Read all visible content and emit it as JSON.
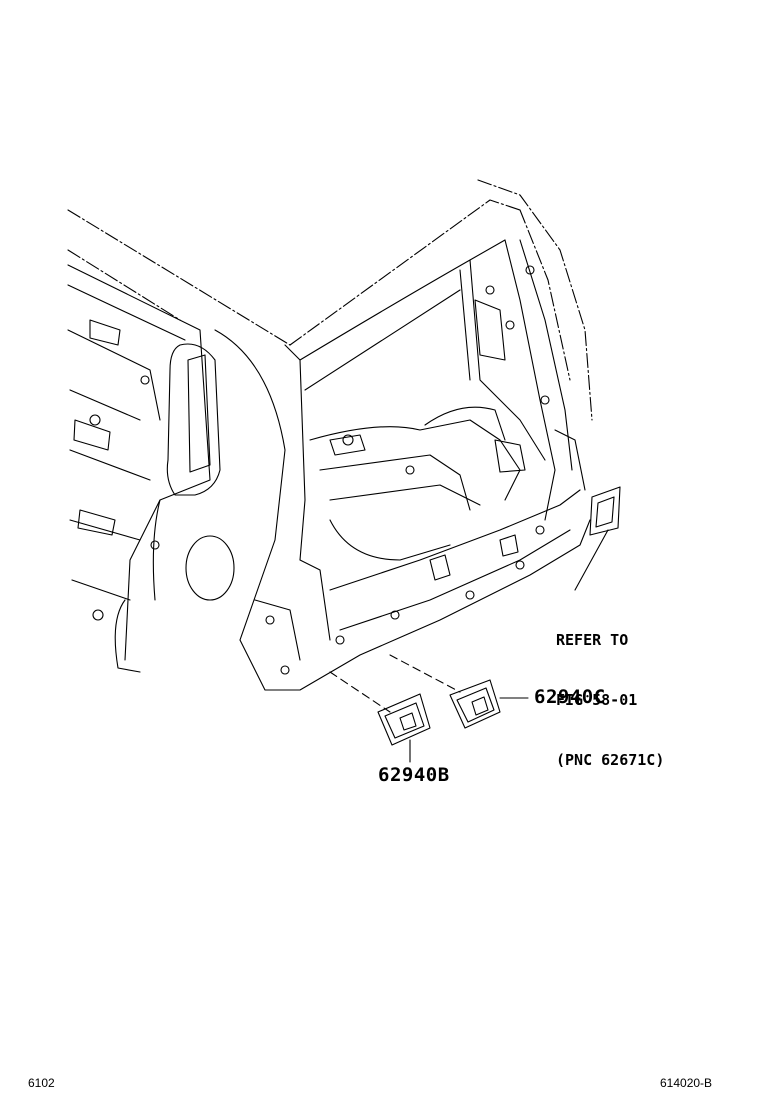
{
  "callouts": {
    "part_c": "62940C",
    "part_b": "62940B",
    "refer_line1": "REFER TO",
    "refer_line2": "FIG 58-01",
    "refer_line3": "(PNC 62671C)"
  },
  "footer": {
    "left_code": "6102",
    "right_code": "614020-B"
  }
}
